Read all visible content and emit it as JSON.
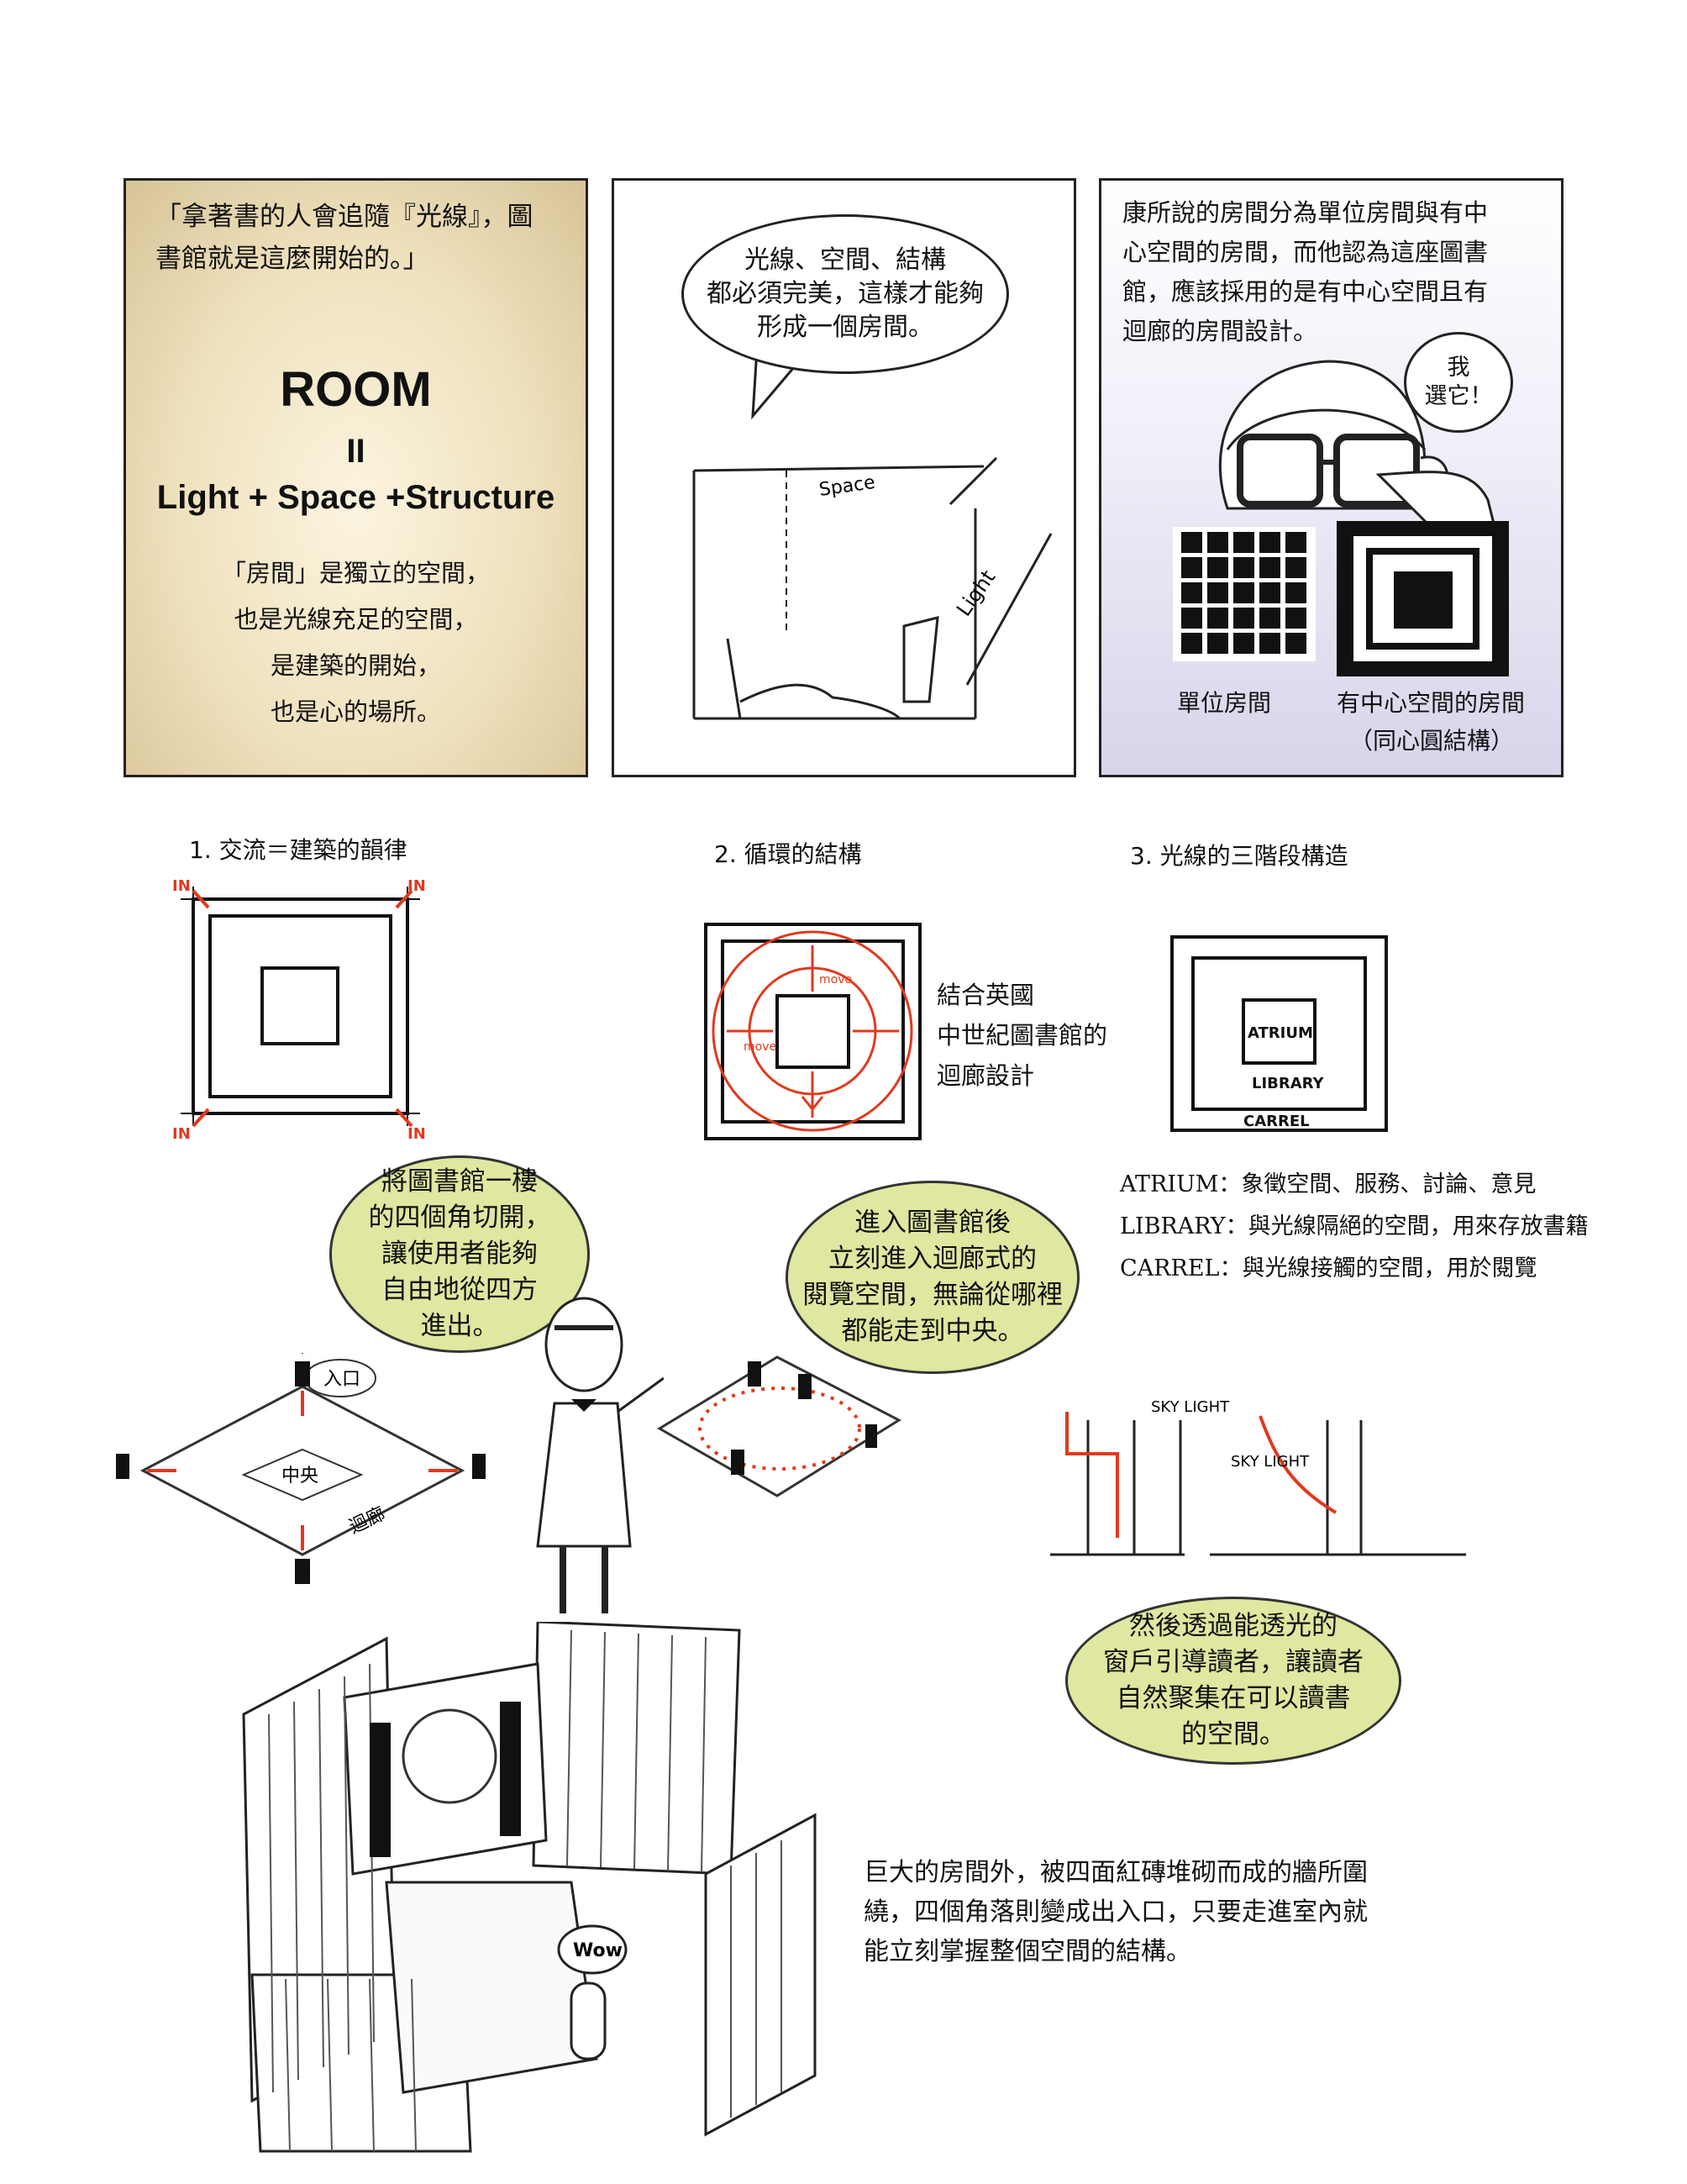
{
  "panel1": {
    "quote_line1": "「拿著書的人會追隨『光線』，圖",
    "quote_line2": "書館就是這麼開始的。」",
    "title_room": "ROOM",
    "title_equals": "II",
    "title_formula": "Light + Space +Structure",
    "poem": [
      "「房間」是獨立的空間，",
      "也是光線充足的空間，",
      "是建築的開始，",
      "也是心的場所。"
    ]
  },
  "panel2": {
    "bubble_lines": [
      "光線、空間、結構",
      "都必須完美，這樣才能夠",
      "形成一個房間。"
    ],
    "sketch_label_space": "Space",
    "sketch_label_light": "Light"
  },
  "panel3": {
    "caption_lines": [
      "康所說的房間分為單位房間與有中",
      "心空間的房間，而他認為這座圖書",
      "館，應該採用的是有中心空間且有",
      "迴廊的房間設計。"
    ],
    "speech": [
      "我",
      "選它！"
    ],
    "label_unit": "單位房間",
    "label_center": "有中心空間的房間",
    "label_center_sub": "（同心圓結構）"
  },
  "diagrams": {
    "d1_title": "1. 交流＝建築的韻律",
    "d2_title": "2. 循環的結構",
    "d3_title": "3. 光線的三階段構造",
    "in_label": "IN",
    "move_label": "move",
    "d2_note": [
      "結合英國",
      "中世紀圖書館的",
      "迴廊設計"
    ],
    "atrium": "ATRIUM",
    "library": "LIBRARY",
    "carrel": "CARREL"
  },
  "legend": [
    {
      "term": "ATRIUM：",
      "desc": "象徵空間、服務、討論、意見"
    },
    {
      "term": "LIBRARY：",
      "desc": "與光線隔絕的空間，用來存放書籍"
    },
    {
      "term": "CARREL：",
      "desc": "與光線接觸的空間，用於閱覽"
    }
  ],
  "bubbles": {
    "b1": [
      "將圖書館一樓",
      "的四個角切開，",
      "讓使用者能夠",
      "自由地從四方",
      "進出。"
    ],
    "b2": [
      "進入圖書館後",
      "立刻進入迴廊式的",
      "閱覽空間，無論從哪裡",
      "都能走到中央。"
    ],
    "b3": [
      "然後透過能透光的",
      "窗戶引導讀者，讓讀者",
      "自然聚集在可以讀書",
      "的空間。"
    ]
  },
  "iso": {
    "entrance": "入口",
    "center": "中央",
    "corridor": "迴廊",
    "skylight1": "SKY LIGHT",
    "skylight2": "SKY LIGHT",
    "wow": "Wow"
  },
  "bottom_text": [
    "巨大的房間外，被四面紅磚堆砌而成的牆所圍",
    "繞，四個角落則變成出入口，只要走進室內就",
    "能立刻掌握整個空間的結構。"
  ],
  "colors": {
    "accent_red": "#e03a1e",
    "bubble_yellow": "#dfe7a0",
    "panel3_tint": "#d9d4ea"
  }
}
